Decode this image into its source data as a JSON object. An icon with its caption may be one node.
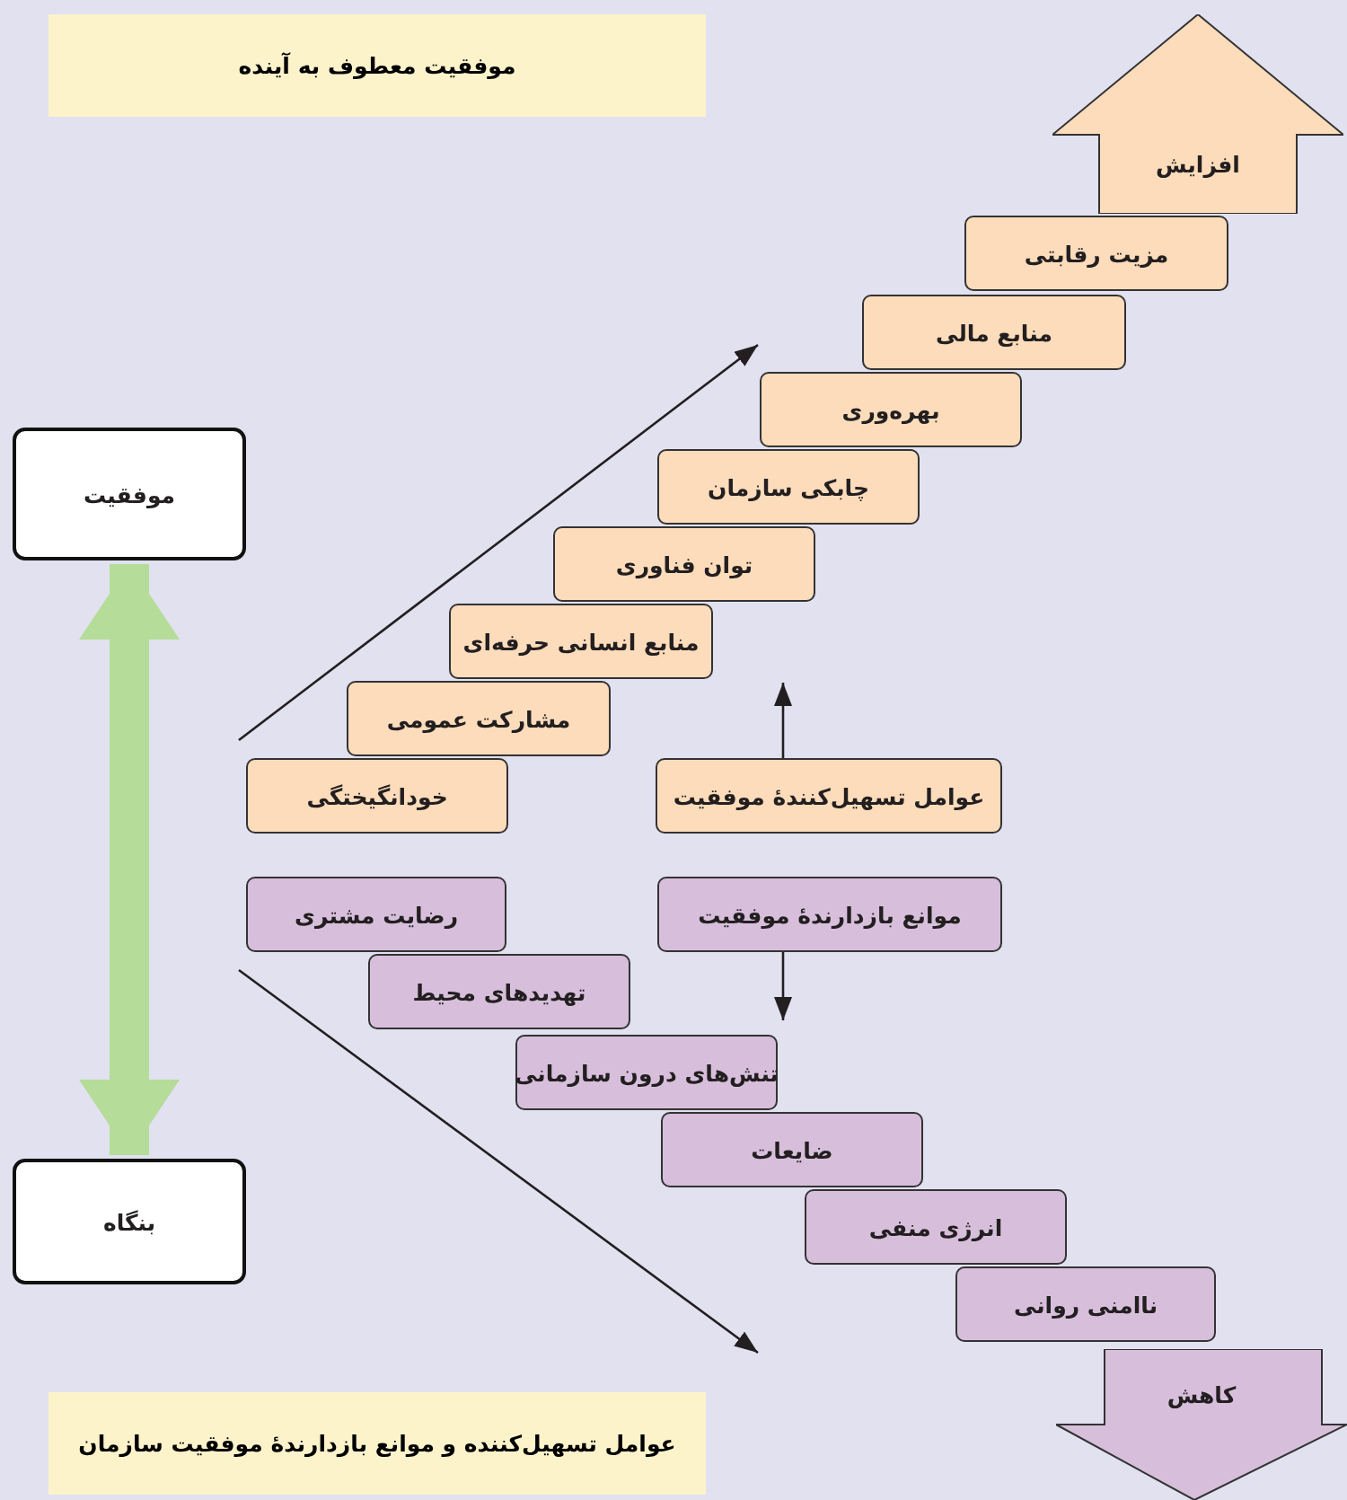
{
  "diagram": {
    "title": "موفقیت معطوف به آینده",
    "caption": "عوامل تسهیل‌کننده و موانع بازدارندهٔ موفقیت سازمان",
    "nodes": [
      {
        "text": [
          "موفقیت"
        ]
      },
      {
        "text": [
          "بنگاه"
        ]
      },
      {
        "text": [
          "افزایش"
        ]
      },
      {
        "text": [
          "مزیت رقابتی"
        ]
      },
      {
        "text": [
          "منابع مالی"
        ]
      },
      {
        "text": [
          "بهره‌وری"
        ]
      },
      {
        "text": [
          "چابکی سازمان"
        ]
      },
      {
        "text": [
          "توان فناوری"
        ]
      },
      {
        "text": [
          "منابع انسانی حرفه‌ای"
        ]
      },
      {
        "text": [
          "مشارکت عمومی"
        ]
      },
      {
        "text": [
          "خودانگیختگی"
        ]
      },
      {
        "text": [
          "عوامل تسهیل‌کنندهٔ موفقیت"
        ]
      },
      {
        "text": [
          "رضایت مشتری"
        ]
      },
      {
        "text": [
          "موانع بازدارندهٔ موفقیت"
        ]
      },
      {
        "text": [
          "تهدیدهای محیط"
        ]
      },
      {
        "text": [
          "تنش‌های درون سازمانی"
        ]
      },
      {
        "text": [
          "ضایعات"
        ]
      },
      {
        "text": [
          "انرژی منفی"
        ]
      },
      {
        "text": [
          "ناامنی روانی"
        ]
      },
      {
        "text": [
          "کاهش"
        ]
      }
    ],
    "edges": [
      {
        "from": 0,
        "to": 1,
        "arrow": "both",
        "style": "thick",
        "color": "#b5dc98"
      },
      {
        "from": 11,
        "to": null,
        "arrow": "to"
      },
      {
        "from": 13,
        "to": 15,
        "arrow": "to"
      }
    ]
  }
}
